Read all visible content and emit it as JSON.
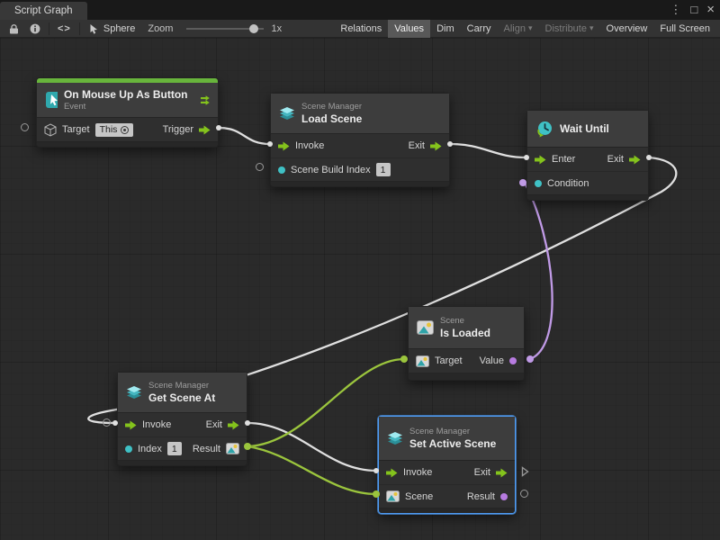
{
  "window": {
    "title": "Script Graph"
  },
  "toolbar": {
    "code_glyph": "<>",
    "object_name": "Sphere",
    "zoom_label": "Zoom",
    "zoom_value": "1x",
    "buttons": {
      "relations": "Relations",
      "values": "Values",
      "dim": "Dim",
      "carry": "Carry",
      "align": "Align",
      "distribute": "Distribute",
      "overview": "Overview",
      "fullscreen": "Full Screen"
    }
  },
  "graph": {
    "mouse_up_node": {
      "title": "On Mouse Up As Button",
      "subtitle": "Event",
      "target_label": "Target",
      "target_value": "This",
      "trigger_label": "Trigger"
    },
    "load_scene_node": {
      "category": "Scene Manager",
      "title": "Load Scene",
      "invoke_label": "Invoke",
      "exit_label": "Exit",
      "index_label": "Scene Build Index",
      "index_value": "1"
    },
    "wait_until_node": {
      "title": "Wait Until",
      "enter_label": "Enter",
      "exit_label": "Exit",
      "condition_label": "Condition"
    },
    "is_loaded_node": {
      "category": "Scene",
      "title": "Is Loaded",
      "target_label": "Target",
      "value_label": "Value"
    },
    "get_scene_node": {
      "category": "Scene Manager",
      "title": "Get Scene At",
      "invoke_label": "Invoke",
      "exit_label": "Exit",
      "index_label": "Index",
      "index_value": "1",
      "result_label": "Result"
    },
    "set_active_node": {
      "category": "Scene Manager",
      "title": "Set Active Scene",
      "invoke_label": "Invoke",
      "exit_label": "Exit",
      "scene_label": "Scene",
      "result_label": "Result"
    }
  },
  "colors": {
    "flow_green": "#84c31c",
    "value_teal": "#3fc1c5",
    "value_purple": "#b77be0",
    "event_green": "#68b53c",
    "selection_blue": "#4f9cf5",
    "wire_white": "#e0e0e0",
    "wire_green": "#9bc53d",
    "wire_purple": "#c09ae6"
  }
}
